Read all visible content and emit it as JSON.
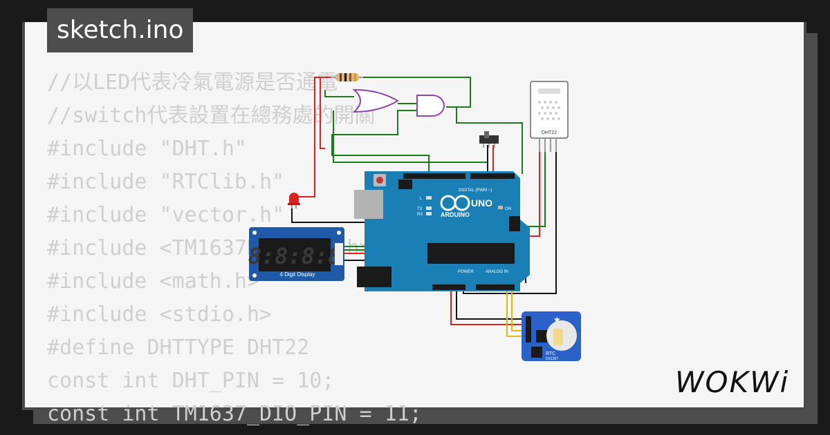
{
  "tab": {
    "filename": "sketch.ino"
  },
  "code_lines": [
    "//以LED代表冷氣電源是否通電",
    "//switch代表設置在總務處的開關",
    "#include \"DHT.h\"",
    "#include \"RTClib.h\"",
    "#include \"vector.h\"",
    "#include <TM1637Display.h>",
    "#include <math.h>",
    "#include <stdio.h>",
    "#define DHTTYPE DHT22",
    "const int DHT_PIN = 10;",
    "const int TM1637_DIO_PIN = 11;"
  ],
  "circuit": {
    "display_label": "4 Digit Display",
    "display_digits": "8:8:8:8",
    "arduino_brand": "ARDUINO",
    "arduino_model": "UNO",
    "arduino_digital": "DIGITAL (PWM ~)",
    "arduino_analog": "ANALOG IN",
    "arduino_power": "POWER",
    "arduino_on": "ON",
    "arduino_l": "L",
    "arduino_tx": "TX",
    "arduino_rx": "RX",
    "sensor_label": "DHT22",
    "rtc_label": "RTC",
    "rtc_chip": "DS1307"
  },
  "brand": {
    "logo": "WOKWi"
  },
  "colors": {
    "wire_red": "#e0201e",
    "wire_green": "#1a7a1a",
    "wire_black": "#111111",
    "wire_yellow": "#e6b800",
    "arduino": "#1a7fb5",
    "rtc": "#2a62c9"
  }
}
